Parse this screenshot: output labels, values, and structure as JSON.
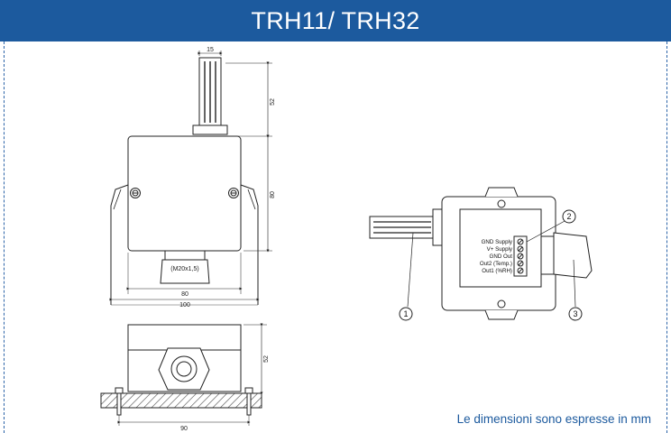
{
  "header": {
    "title": "TRH11/ TRH32"
  },
  "colors": {
    "header_bg": "#1c5a9e",
    "note_text": "#1c5a9e",
    "frame": "#2b63a8"
  },
  "front_view": {
    "dim_probe_width": "15",
    "dim_probe_height": "52",
    "dim_box_height": "80",
    "dim_box_width": "80",
    "dim_bracket_width": "100",
    "gland_label": "(M20x1,5)"
  },
  "bottom_view": {
    "dim_height": "52",
    "dim_width": "90"
  },
  "internal_view": {
    "terminals": [
      "GND Supply",
      "V+ Supply",
      "GND Out",
      "Out2 (Temp.)",
      "Out1 (%RH)"
    ],
    "callouts": [
      "1",
      "2",
      "3"
    ]
  },
  "footer": {
    "note": "Le dimensioni sono espresse in mm"
  }
}
